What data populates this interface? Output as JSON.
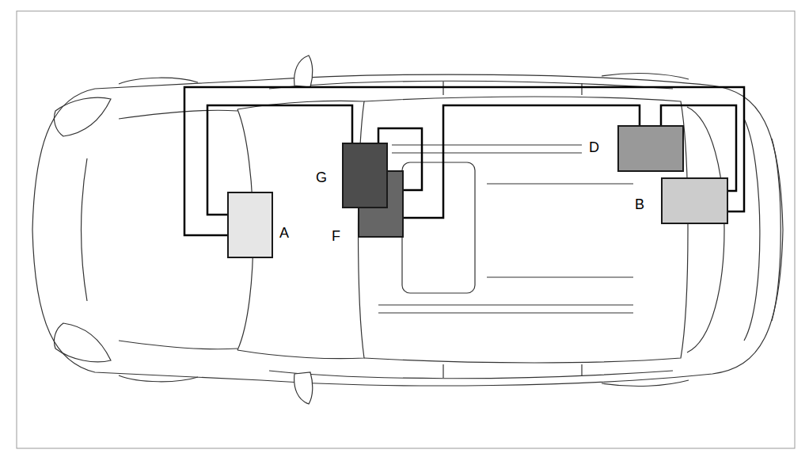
{
  "diagram": {
    "nodes": [
      {
        "text": [
          "A"
        ]
      },
      {
        "text": [
          "G"
        ]
      },
      {
        "text": [
          "F"
        ]
      },
      {
        "text": [
          "D"
        ]
      },
      {
        "text": [
          "B"
        ]
      }
    ],
    "edges": [
      {
        "from": 0,
        "to": 4,
        "arrow": "none"
      },
      {
        "from": 0,
        "to": 1,
        "arrow": "none"
      },
      {
        "from": 1,
        "to": 2,
        "arrow": "none"
      },
      {
        "from": 2,
        "to": 3,
        "arrow": "none"
      },
      {
        "from": 3,
        "to": 4,
        "arrow": "none"
      }
    ]
  }
}
